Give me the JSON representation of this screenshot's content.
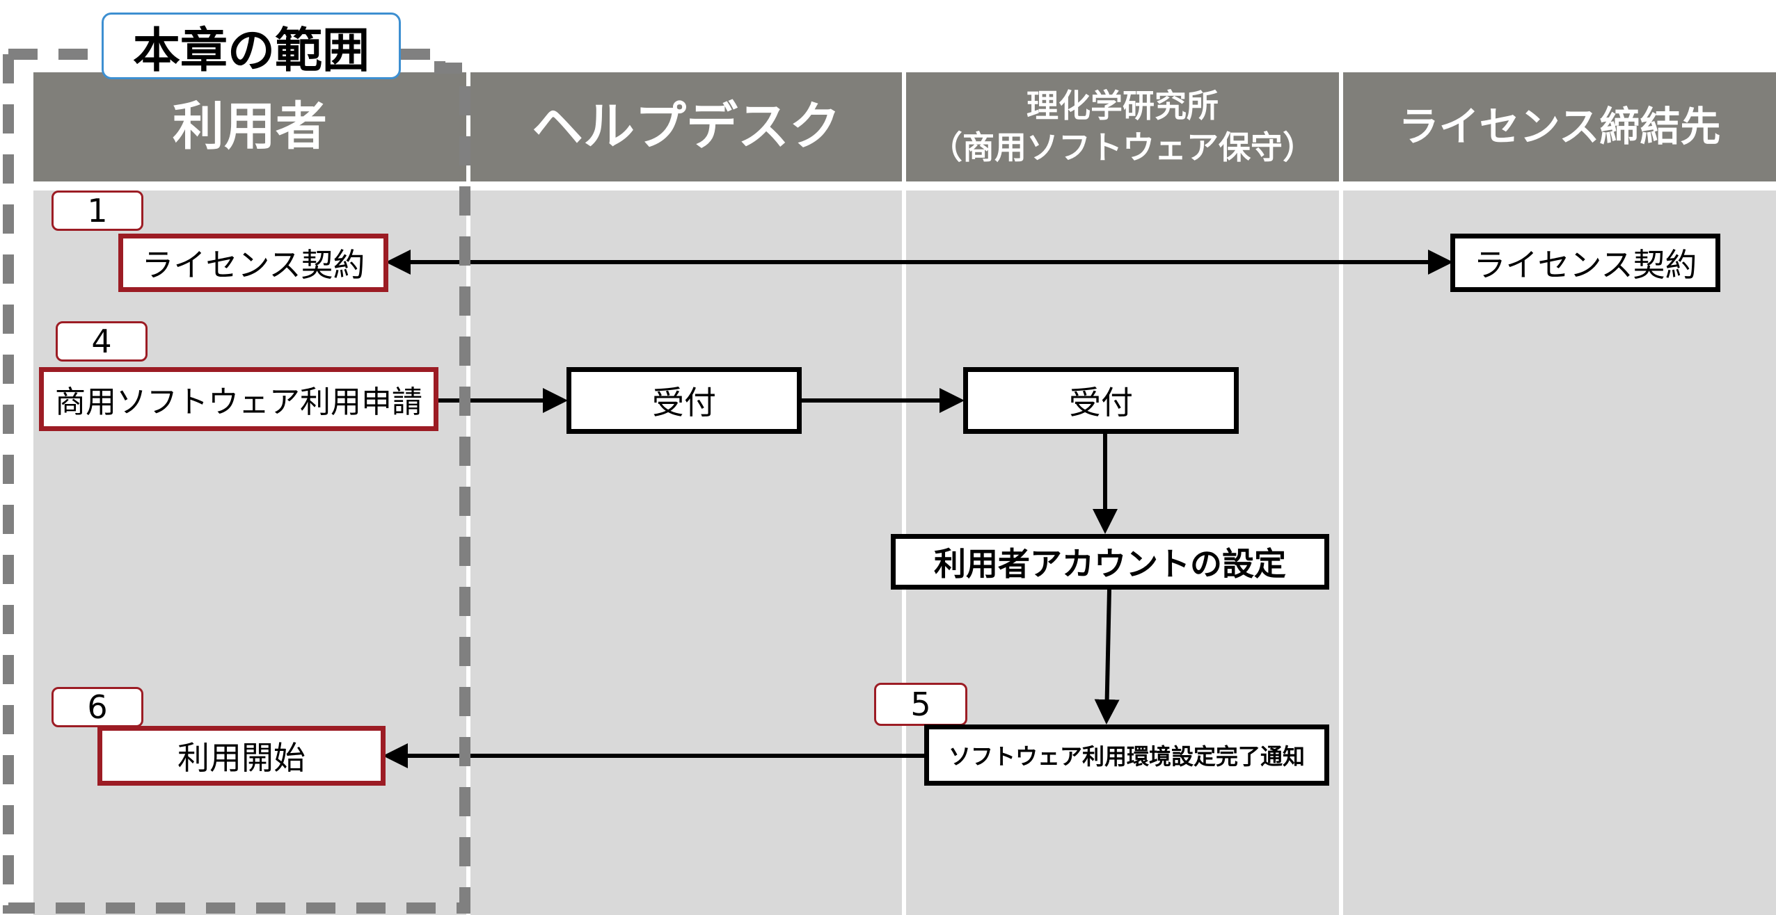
{
  "scope": {
    "title": "本章の範囲"
  },
  "lanes": [
    {
      "label": "利用者"
    },
    {
      "label": "ヘルプデスク"
    },
    {
      "label_line1": "理化学研究所",
      "label_line2": "（商用ソフトウェア保守）"
    },
    {
      "label": "ライセンス締結先"
    }
  ],
  "steps": {
    "license_user": {
      "badge": "1",
      "label": "ライセンス契約"
    },
    "license_partner": {
      "label": "ライセンス契約"
    },
    "apply": {
      "badge": "4",
      "label": "商用ソフトウェア利用申請"
    },
    "helpdesk_receive": {
      "label": "受付"
    },
    "riken_receive": {
      "label": "受付"
    },
    "account_setup": {
      "label": "利用者アカウントの設定"
    },
    "notify": {
      "badge": "5",
      "label": "ソフトウェア利用環境設定完了通知"
    },
    "start": {
      "badge": "6",
      "label": "利用開始"
    }
  },
  "colors": {
    "lane_header": "#807f7a",
    "lane_body": "#d9d9d9",
    "user_box_border": "#9c1c24",
    "scope_border": "#808080",
    "scope_title_border": "#3d8fd1"
  }
}
